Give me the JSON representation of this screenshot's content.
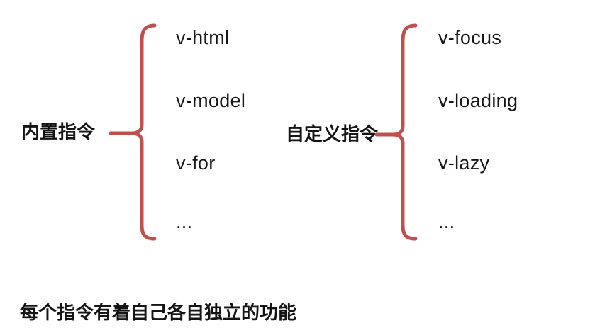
{
  "colors": {
    "brace": "#c0504d",
    "text": "#141414",
    "background": "#ffffff"
  },
  "left_group": {
    "label": "内置指令",
    "items": [
      "v-html",
      "v-model",
      "v-for",
      "..."
    ]
  },
  "right_group": {
    "label": "自定义指令",
    "items": [
      "v-focus",
      "v-loading",
      "v-lazy",
      "..."
    ]
  },
  "footer": {
    "text": "每个指令有着自己各自独立的功能"
  }
}
